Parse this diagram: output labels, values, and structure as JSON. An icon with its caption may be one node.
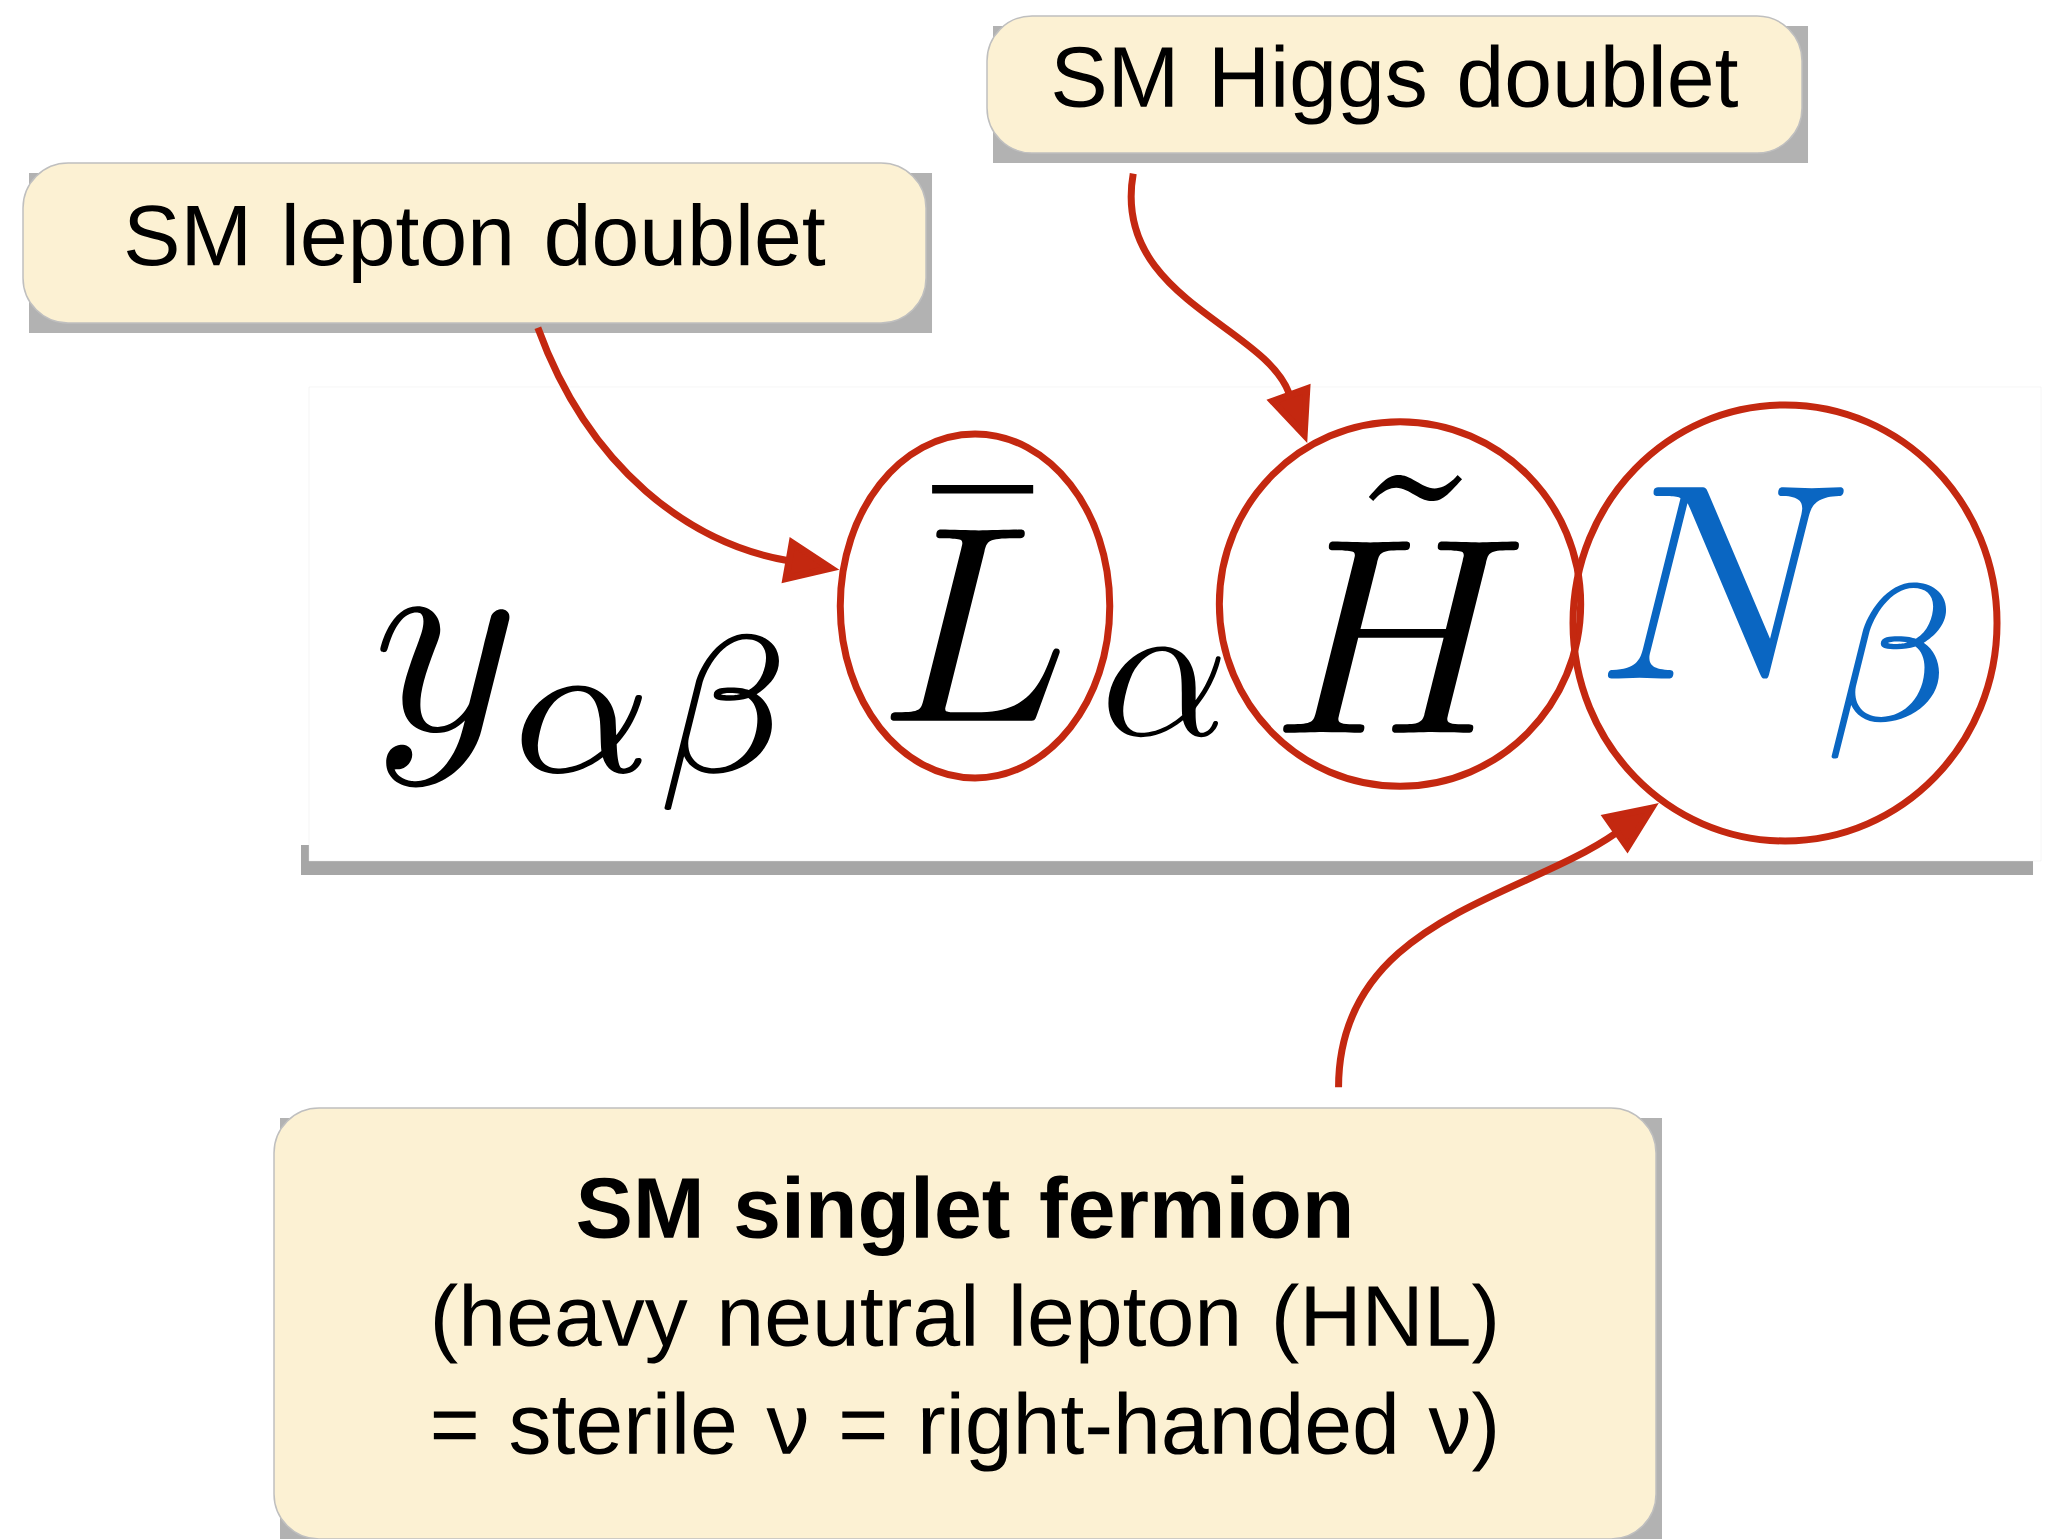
{
  "diagram": {
    "nodes": [
      {
        "text": [
          "SM lepton doublet"
        ]
      },
      {
        "text": [
          "SM Higgs doublet"
        ]
      },
      {
        "text": [
          "y_{\\alpha\\beta}",
          "\\alpha"
        ]
      },
      {
        "text": [
          "\\bar{L}"
        ],
        "in": 2
      },
      {
        "text": [
          "\\tilde{H}"
        ],
        "in": 2
      },
      {
        "text": [
          "N_{\\beta}"
        ],
        "in": 2
      },
      {
        "text": [
          "SM singlet fermion",
          "(heavy neutral lepton (HNL) = sterile ν = right-handed ν)"
        ]
      }
    ],
    "edges": [
      {
        "from": 0,
        "to": 3,
        "arrow": "to"
      },
      {
        "from": 1,
        "to": 4,
        "arrow": "to"
      },
      {
        "from": 6,
        "to": 5,
        "arrow": "to"
      }
    ]
  }
}
